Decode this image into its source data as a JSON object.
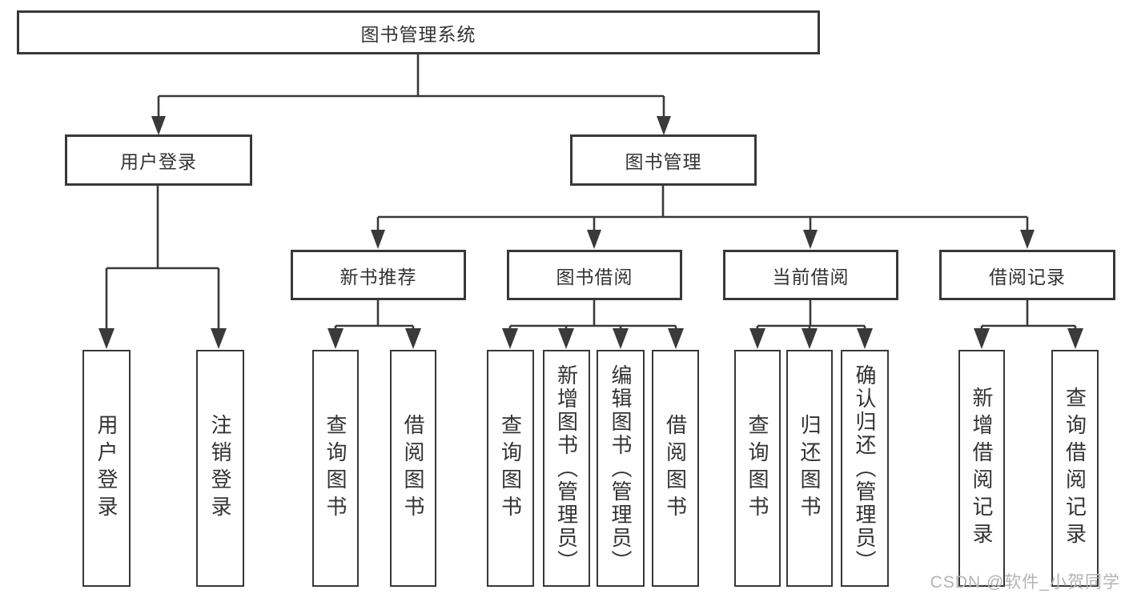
{
  "diagram_title": "图书管理系统",
  "tree": {
    "root": {
      "label": "图书管理系统"
    },
    "branches": [
      {
        "label": "用户登录",
        "children": [
          {
            "label": "用户登录"
          },
          {
            "label": "注销登录"
          }
        ]
      },
      {
        "label": "图书管理",
        "children": [
          {
            "label": "新书推荐",
            "children": [
              {
                "label": "查询图书"
              },
              {
                "label": "借阅图书"
              }
            ]
          },
          {
            "label": "图书借阅",
            "children": [
              {
                "label": "查询图书"
              },
              {
                "label": "新增图书（管理员）"
              },
              {
                "label": "编辑图书（管理员）"
              },
              {
                "label": "借阅图书"
              }
            ]
          },
          {
            "label": "当前借阅",
            "children": [
              {
                "label": "查询图书"
              },
              {
                "label": "归还图书"
              },
              {
                "label": "确认归还（管理员）"
              }
            ]
          },
          {
            "label": "借阅记录",
            "children": [
              {
                "label": "新增借阅记录"
              },
              {
                "label": "查询借阅记录"
              }
            ]
          }
        ]
      }
    ]
  },
  "watermark": {
    "text": "CSDN @软件_小贺同学"
  },
  "colors": {
    "line": "#3a3a3a",
    "box_border": "#383838",
    "text": "#333333",
    "watermark": "#b3b3b3",
    "background": "#ffffff"
  }
}
